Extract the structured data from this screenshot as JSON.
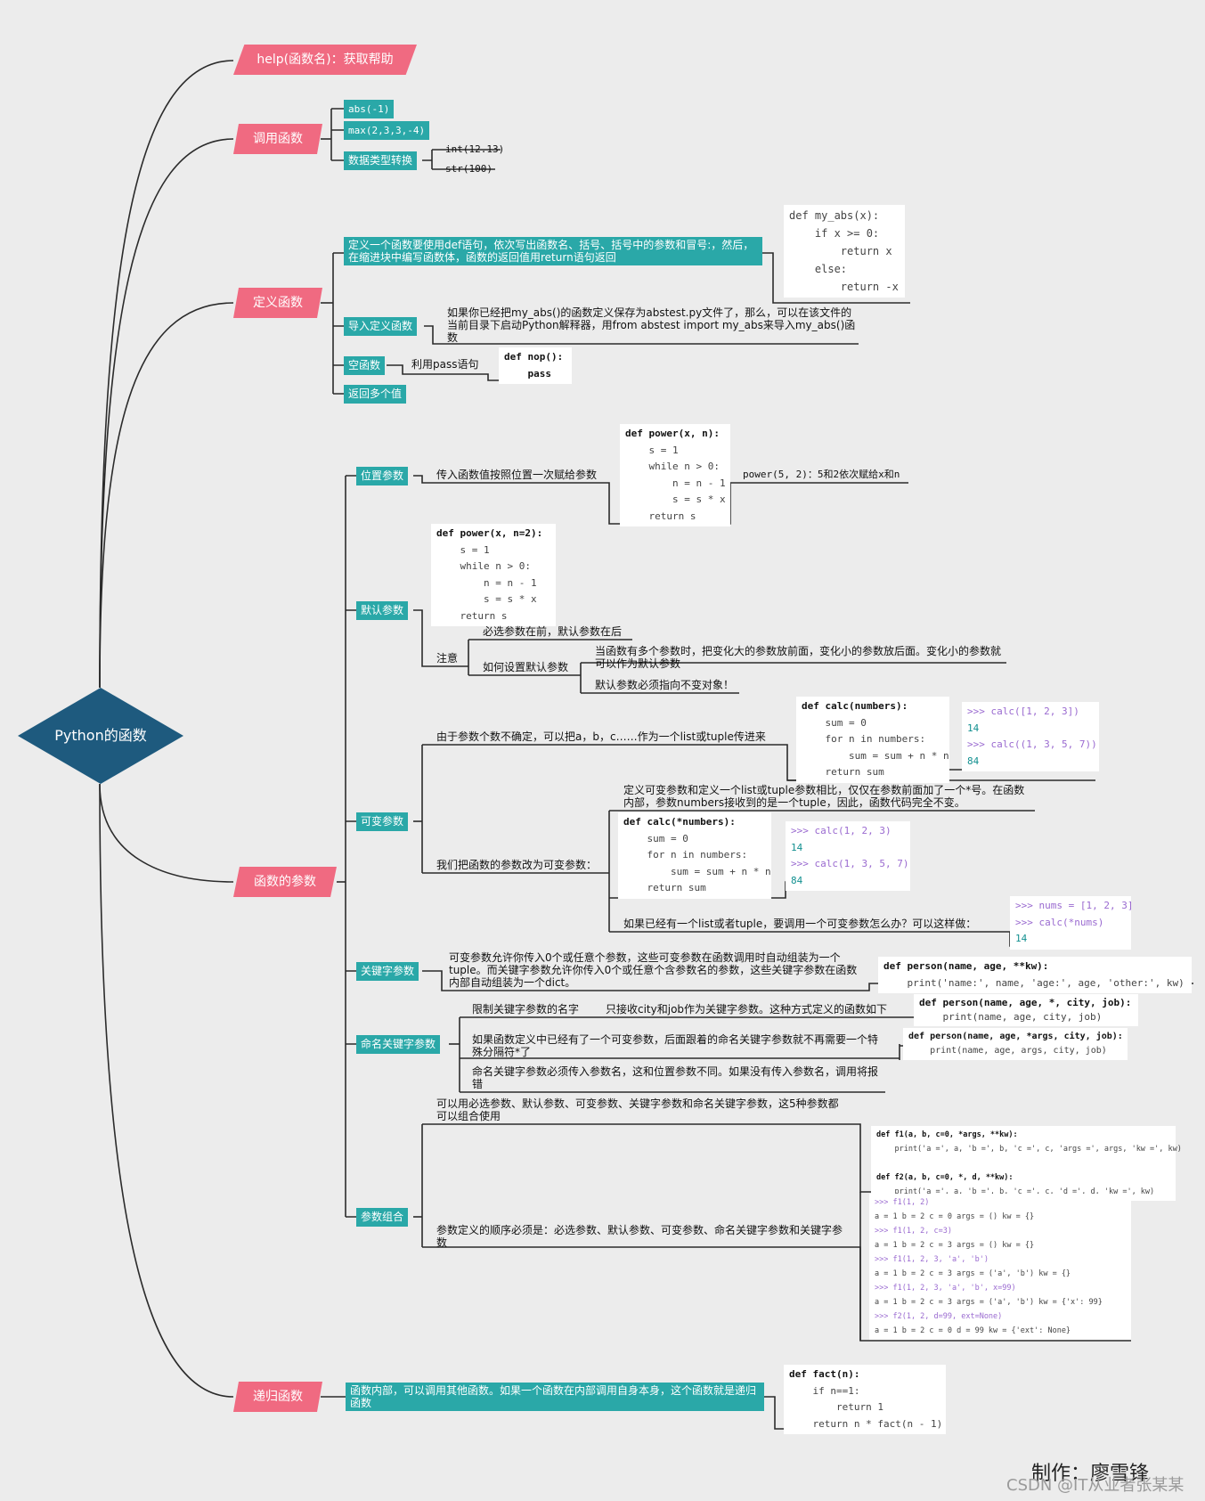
{
  "root": {
    "label": "Python的函数"
  },
  "branches": {
    "help": {
      "label": "help(函数名)：获取帮助"
    },
    "call": {
      "label": "调用函数",
      "items": [
        "abs(-1)",
        "max(2,3,3,-4)",
        "数据类型转换"
      ],
      "conversions": [
        "int(12.13)",
        "str(100)"
      ]
    },
    "define": {
      "label": "定义函数",
      "desc": "定义一个函数要使用def语句，依次写出函数名、括号、括号中的参数和冒号:，然后，在缩进块中编写函数体，函数的返回值用return语句返回",
      "code_lines": [
        "def my_abs(x):",
        "    if x >= 0:",
        "        return x",
        "    else:",
        "        return -x"
      ],
      "import_label": "导入定义函数",
      "import_desc": "如果你已经把my_abs()的函数定义保存为abstest.py文件了，那么，可以在该文件的当前目录下启动Python解释器，用from abstest import my_abs来导入my_abs()函数",
      "empty_label": "空函数",
      "empty_desc": "利用pass语句",
      "nop_code": [
        "def nop():",
        "    pass"
      ],
      "multi_return_label": "返回多个值"
    },
    "params": {
      "label": "函数的参数",
      "positional": {
        "label": "位置参数",
        "desc": "传入函数值按照位置一次赋给参数",
        "code": [
          "def power(x, n):",
          "    s = 1",
          "    while n > 0:",
          "        n = n - 1",
          "        s = s * x",
          "    return s"
        ],
        "example": "power(5, 2)：5和2依次赋给x和n"
      },
      "default": {
        "label": "默认参数",
        "code": [
          "def power(x, n=2):",
          "    s = 1",
          "    while n > 0:",
          "        n = n - 1",
          "        s = s * x",
          "    return s"
        ],
        "note_label": "注意",
        "note_required": "必选参数在前，默认参数在后",
        "how_label": "如何设置默认参数",
        "how_desc": "当函数有多个参数时，把变化大的参数放前面，变化小的参数放后面。变化小的参数就可以作为默认参数",
        "immutable": "默认参数必须指向不变对象！"
      },
      "variadic": {
        "label": "可变参数",
        "desc1": "由于参数个数不确定，可以把a，b，c……作为一个list或tuple传进来",
        "code1": [
          "def calc(numbers):",
          "    sum = 0",
          "    for n in numbers:",
          "        sum = sum + n * n",
          "    return sum"
        ],
        "repl1": [
          ">>> calc([1, 2, 3])",
          "14",
          ">>> calc((1, 3, 5, 7))",
          "84"
        ],
        "desc2": "我们把函数的参数改为可变参数：",
        "desc3": "定义可变参数和定义一个list或tuple参数相比，仅仅在参数前面加了一个*号。在函数内部，参数numbers接收到的是一个tuple，因此，函数代码完全不变。",
        "code2": [
          "def calc(*numbers):",
          "    sum = 0",
          "    for n in numbers:",
          "        sum = sum + n * n",
          "    return sum"
        ],
        "repl2": [
          ">>> calc(1, 2, 3)",
          "14",
          ">>> calc(1, 3, 5, 7)",
          "84"
        ],
        "desc4": "如果已经有一个list或者tuple，要调用一个可变参数怎么办？可以这样做：",
        "repl3": [
          ">>> nums = [1, 2, 3]",
          ">>> calc(*nums)",
          "14"
        ]
      },
      "keyword": {
        "label": "关键字参数",
        "desc": "可变参数允许你传入0个或任意个参数，这些可变参数在函数调用时自动组装为一个tuple。而关键字参数允许你传入0个或任意个含参数名的参数，这些关键字参数在函数内部自动组装为一个dict。",
        "code": [
          "def person(name, age, **kw):",
          "    print('name:', name, 'age:', age, 'other:', kw)"
        ]
      },
      "named": {
        "label": "命名关键字参数",
        "limit": "限制关键字参数的名字",
        "limit_desc": "只接收city和job作为关键字参数。这种方式定义的函数如下",
        "code1": [
          "def person(name, age, *, city, job):",
          "    print(name, age, city, job)"
        ],
        "star_desc": "如果函数定义中已经有了一个可变参数，后面跟着的命名关键字参数就不再需要一个特殊分隔符*了",
        "code2": [
          "def person(name, age, *args, city, job):",
          "    print(name, age, args, city, job)"
        ],
        "must": "命名关键字参数必须传入参数名，这和位置参数不同。如果没有传入参数名，调用将报错"
      },
      "combo": {
        "label": "参数组合",
        "desc1": "可以用必选参数、默认参数、可变参数、关键字参数和命名关键字参数，这5种参数都可以组合使用",
        "code": [
          "def f1(a, b, c=0, *args, **kw):",
          "    print('a =', a, 'b =', b, 'c =', c, 'args =', args, 'kw =', kw)",
          "",
          "def f2(a, b, c=0, *, d, **kw):",
          "    print('a =', a, 'b =', b, 'c =', c, 'd =', d, 'kw =', kw)"
        ],
        "desc2": "参数定义的顺序必须是：必选参数、默认参数、可变参数、命名关键字参数和关键字参数",
        "repl": [
          ">>> f1(1, 2)",
          "a = 1 b = 2 c = 0 args = () kw = {}",
          ">>> f1(1, 2, c=3)",
          "a = 1 b = 2 c = 3 args = () kw = {}",
          ">>> f1(1, 2, 3, 'a', 'b')",
          "a = 1 b = 2 c = 3 args = ('a', 'b') kw = {}",
          ">>> f1(1, 2, 3, 'a', 'b', x=99)",
          "a = 1 b = 2 c = 3 args = ('a', 'b') kw = {'x': 99}",
          ">>> f2(1, 2, d=99, ext=None)",
          "a = 1 b = 2 c = 0 d = 99 kw = {'ext': None}"
        ]
      }
    },
    "recursion": {
      "label": "递归函数",
      "desc": "函数内部，可以调用其他函数。如果一个函数在内部调用自身本身，这个函数就是递归函数",
      "code": [
        "def fact(n):",
        "    if n==1:",
        "        return 1",
        "    return n * fact(n - 1)"
      ]
    }
  },
  "credit": "制作：廖雪锋",
  "watermark": "CSDN @IT从业者张某某",
  "colors": {
    "pink": "#f06a81",
    "teal": "#2aa8a8",
    "navy": "#1e5a7e",
    "background": "#ececec"
  }
}
